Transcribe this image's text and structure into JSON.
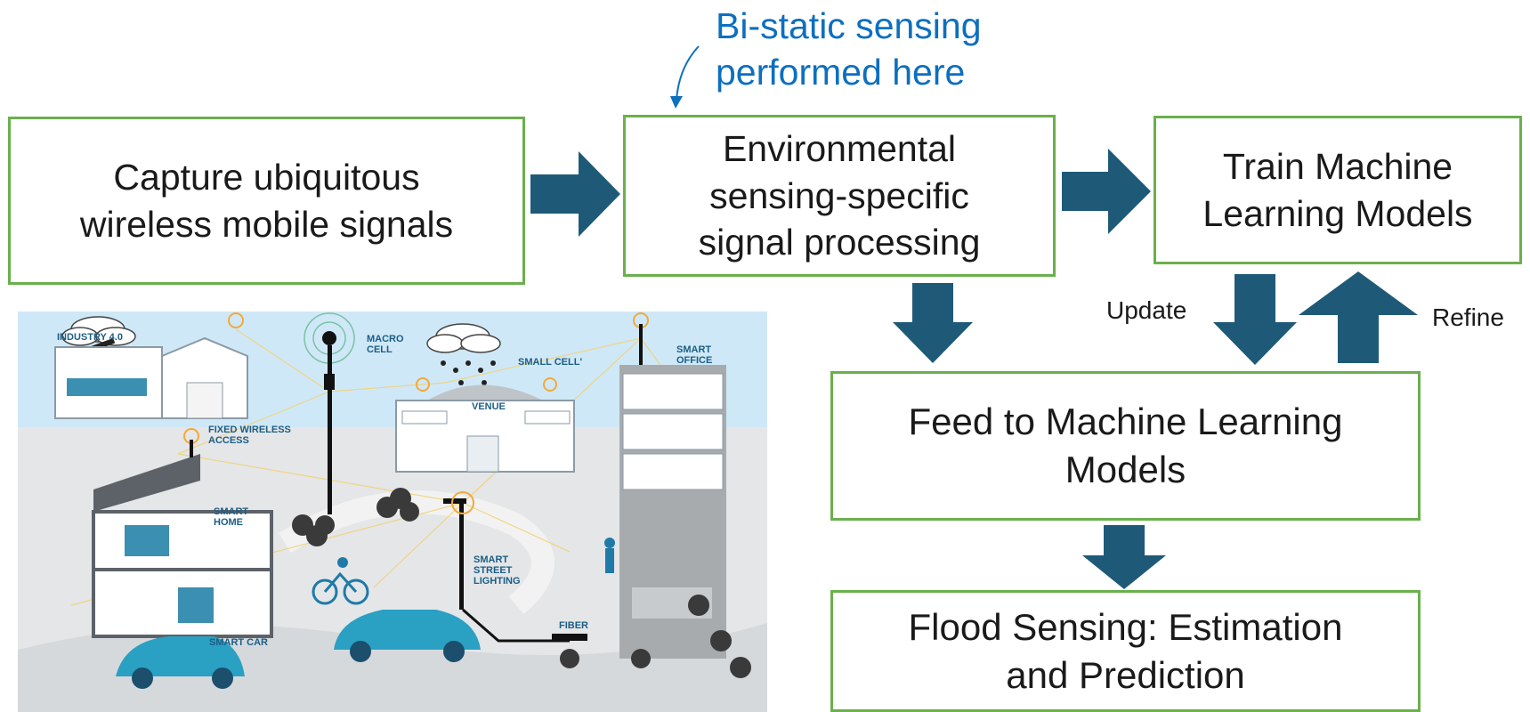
{
  "annotation": {
    "text": "Bi-static sensing\nperformed here"
  },
  "boxes": {
    "capture": "Capture ubiquitous\nwireless mobile signals",
    "environmental": "Environmental\nsensing-specific\nsignal processing",
    "train": "Train Machine\nLearning Models",
    "feed": "Feed to Machine Learning\nModels",
    "flood": "Flood Sensing: Estimation\nand Prediction"
  },
  "arrow_labels": {
    "update": "Update",
    "refine": "Refine"
  },
  "scene_labels": {
    "industry": "INDUSTRY 4.0",
    "macro_cell": "MACRO\nCELL",
    "small_cell": "SMALL CELL'",
    "smart_office": "SMART\nOFFICE",
    "fixed_wireless": "FIXED WIRELESS\nACCESS",
    "venue": "VENUE",
    "smart_home": "SMART\nHOME",
    "smart_street": "SMART\nSTREET\nLIGHTING",
    "smart_car": "SMART CAR",
    "fiber": "FIBER"
  },
  "colors": {
    "box_border": "#6ab04c",
    "arrow_fill": "#1e5a78",
    "note_text": "#0d6fbf",
    "scene_sky": "#cfe8f7"
  }
}
